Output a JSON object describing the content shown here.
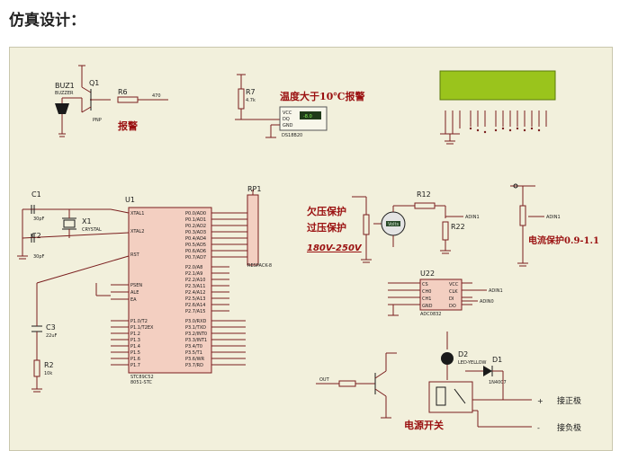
{
  "heading": "仿真设计：",
  "labels": {
    "alarm": "报警",
    "temp_alarm": "温度大于10℃报警",
    "undervoltage": "欠压保护",
    "overvoltage": "过压保护",
    "voltage_range": "180V-250V",
    "overcurrent": "电流保护0.9-1.1",
    "power_switch": "电源开关",
    "pos_terminal": "接正极",
    "neg_terminal": "接负极",
    "pos_sign": "+",
    "neg_sign": "-"
  },
  "components": {
    "buz1": "BUZ1",
    "buz1_part": "BUZZER",
    "q1": "Q1",
    "q1_type": "PNP",
    "r6": "R6",
    "r6_val": "470",
    "r7": "R7",
    "r7_val": "4.7k",
    "temp_value": "-8.0",
    "r12": "R12",
    "r22": "R22",
    "rp1": "RP1",
    "rp1_part": "RESPACK-8",
    "u1": "U1",
    "u1_part": "STC89C52",
    "u1_sub": "8051-STC",
    "c1": "C1",
    "c1_val": "30pF",
    "c2": "C2",
    "c2_val": "30pF",
    "x1": "X1",
    "x1_part": "CRYSTAL",
    "c3": "C3",
    "c3_val": "22uF",
    "r2": "R2",
    "r2_val": "10k",
    "u22": "U22",
    "u22_part": "ADC0832",
    "d2": "D2",
    "d2_part": "LED-YELLOW",
    "d1": "D1",
    "d1_part": "1N4007",
    "ds18b20": "DS18B20",
    "volt_meter": "Volts",
    "adin1": "ADIN1",
    "adin1b": "ADIN1",
    "adin0": "ADIN0",
    "out": "OUT"
  },
  "colors": {
    "sheet": "#f2f0dc",
    "wire": "#7a1e1e",
    "ic_fill": "#f3cfc1",
    "lcd": "#9ac41c",
    "label_red": "#9a1010"
  }
}
